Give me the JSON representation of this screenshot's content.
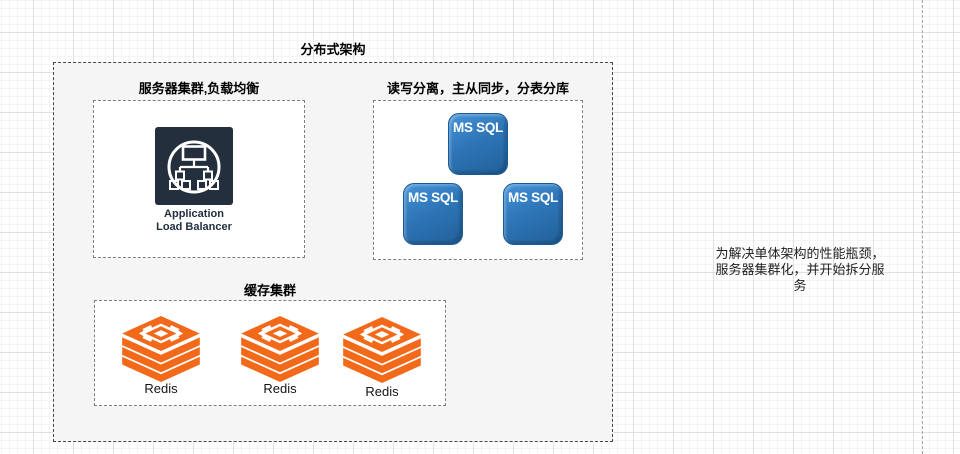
{
  "diagram": {
    "title": "分布式架构",
    "groups": {
      "server_cluster": {
        "label": "服务器集群,负载均衡",
        "alb": {
          "label_line1": "Application",
          "label_line2": "Load Balancer",
          "icon": "application-load-balancer-icon",
          "color": "#232f3d"
        }
      },
      "database": {
        "label": "读写分离，主从同步，分表分库",
        "node_color": "#2e76b8",
        "nodes": [
          {
            "label": "MS SQL"
          },
          {
            "label": "MS SQL"
          },
          {
            "label": "MS SQL"
          }
        ]
      },
      "cache": {
        "label": "缓存集群",
        "icon": "redis-stack-icon",
        "icon_color": "#f2691a",
        "nodes": [
          {
            "label": "Redis"
          },
          {
            "label": "Redis"
          },
          {
            "label": "Redis"
          }
        ]
      }
    },
    "note": {
      "lines": [
        "为解决单体架构的性能瓶颈，",
        "服务器集群化，并开始拆分服",
        "务"
      ]
    }
  }
}
